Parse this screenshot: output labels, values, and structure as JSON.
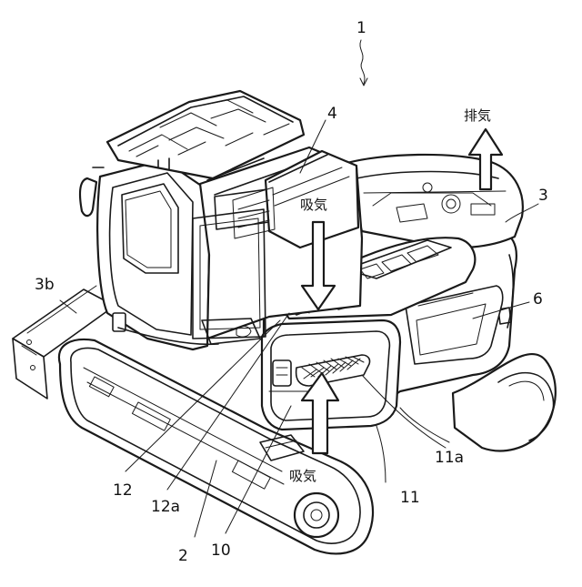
{
  "figure": {
    "labels": [
      {
        "id": "ref-1",
        "text": "1"
      },
      {
        "id": "ref-4",
        "text": "4"
      },
      {
        "id": "ref-3",
        "text": "3"
      },
      {
        "id": "ref-3b",
        "text": "3b"
      },
      {
        "id": "ref-6",
        "text": "6"
      },
      {
        "id": "ref-11a",
        "text": "11a"
      },
      {
        "id": "ref-11",
        "text": "11"
      },
      {
        "id": "ref-12",
        "text": "12"
      },
      {
        "id": "ref-12a",
        "text": "12a"
      },
      {
        "id": "ref-2",
        "text": "2"
      },
      {
        "id": "ref-10",
        "text": "10"
      }
    ],
    "annotations": {
      "exhaust": "排気",
      "intake_top": "吸気",
      "intake_bottom": "吸気"
    }
  }
}
